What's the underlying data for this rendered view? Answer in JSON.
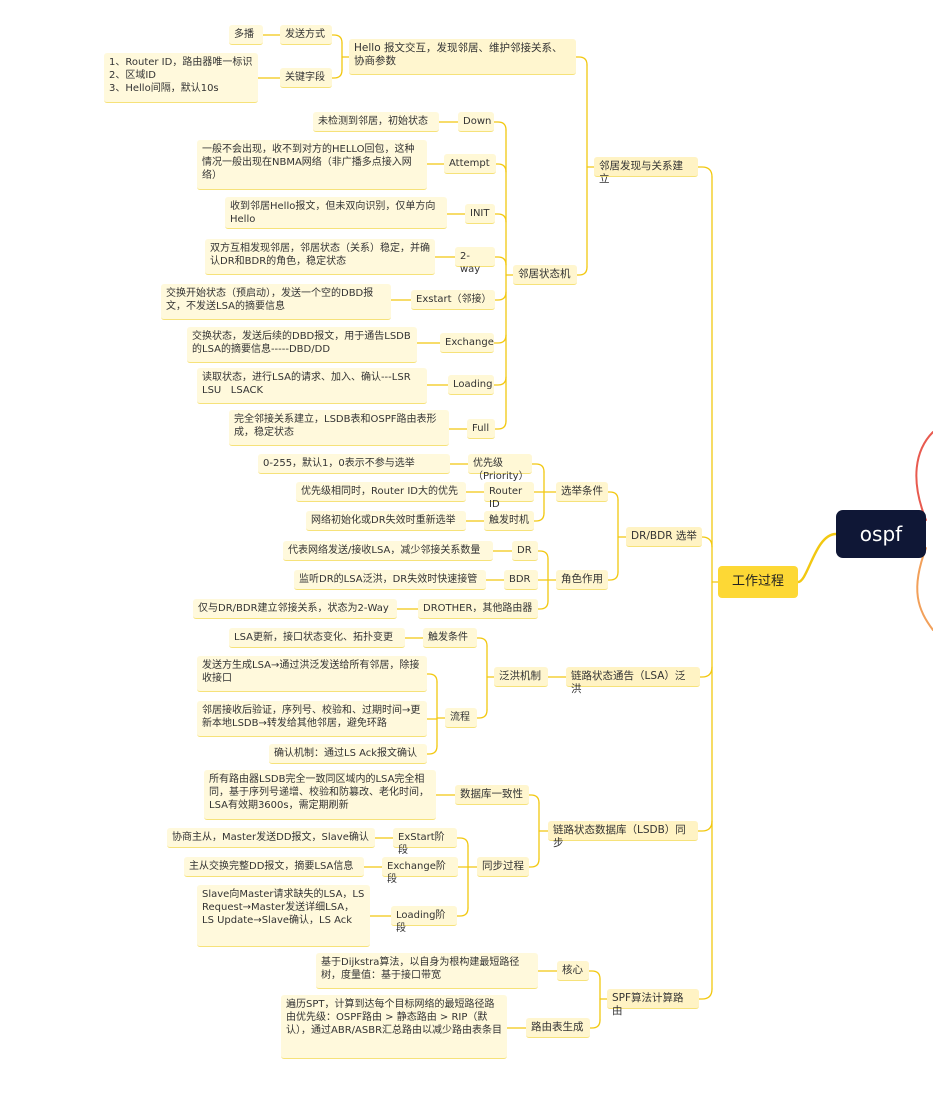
{
  "root": {
    "label": "ospf"
  },
  "center": {
    "label": "工作过程"
  },
  "sections": {
    "discovery": {
      "label": "邻居发现与关系建立",
      "hello": {
        "label": "Hello 报文交互，发现邻居、维护邻接关系、协商参数",
        "send_mode": {
          "label": "发送方式",
          "value": "多播"
        },
        "key_fields": {
          "label": "关键字段",
          "value": "1、Router ID，路由器唯一标识\n2、区域ID\n3、Hello间隔，默认10s"
        }
      },
      "state_machine": {
        "label": "邻居状态机",
        "states": [
          {
            "label": "Down",
            "desc": "未检测到邻居，初始状态"
          },
          {
            "label": "Attempt",
            "desc": "一般不会出现，收不到对方的HELLO回包，这种情况一般出现在NBMA网络（非广播多点接入网络）"
          },
          {
            "label": "INIT",
            "desc": "收到邻居Hello报文，但未双向识别，仅单方向Hello"
          },
          {
            "label": "2-way",
            "desc": "双方互相发现邻居，邻居状态（关系）稳定，并确认DR和BDR的角色，稳定状态"
          },
          {
            "label": "Exstart（邻接）",
            "desc": "交换开始状态（预启动），发送一个空的DBD报文，不发送LSA的摘要信息"
          },
          {
            "label": "Exchange",
            "desc": "交换状态，发送后续的DBD报文，用于通告LSDB的LSA的摘要信息-----DBD/DD"
          },
          {
            "label": "Loading",
            "desc": "读取状态，进行LSA的请求、加入、确认---LSR   LSU   LSACK"
          },
          {
            "label": "Full",
            "desc": "完全邻接关系建立，LSDB表和OSPF路由表形成，稳定状态"
          }
        ]
      }
    },
    "dr_bdr": {
      "label": "DR/BDR 选举",
      "conditions": {
        "label": "选举条件",
        "items": [
          {
            "label": "优先级（Priority）",
            "desc": "0-255，默认1，0表示不参与选举"
          },
          {
            "label": "Router ID",
            "desc": "优先级相同时，Router ID大的优先"
          },
          {
            "label": "触发时机",
            "desc": "网络初始化或DR失效时重新选举"
          }
        ]
      },
      "roles": {
        "label": "角色作用",
        "items": [
          {
            "label": "DR",
            "desc": "代表网络发送/接收LSA，减少邻接关系数量"
          },
          {
            "label": "BDR",
            "desc": "监听DR的LSA泛洪，DR失效时快速接管"
          },
          {
            "label": "DROTHER，其他路由器",
            "desc": "仅与DR/BDR建立邻接关系，状态为2-Way"
          }
        ]
      }
    },
    "flooding": {
      "label": "链路状态通告（LSA）泛洪",
      "mechanism": {
        "label": "泛洪机制",
        "trigger": {
          "label": "触发条件",
          "desc": "LSA更新，接口状态变化、拓扑变更"
        },
        "process": {
          "label": "流程",
          "steps": [
            "发送方生成LSA→通过洪泛发送给所有邻居，除接收接口",
            "邻居接收后验证，序列号、校验和、过期时间→更新本地LSDB→转发给其他邻居，避免环路",
            "确认机制：通过LS Ack报文确认"
          ]
        }
      }
    },
    "lsdb": {
      "label": "链路状态数据库（LSDB）同步",
      "consistency": {
        "label": "数据库一致性",
        "desc": "所有路由器LSDB完全一致同区域内的LSA完全相同，基于序列号递增、校验和防篡改、老化时间，LSA有效期3600s，需定期刷新"
      },
      "sync": {
        "label": "同步过程",
        "phases": [
          {
            "label": "ExStart阶段",
            "desc": "协商主从，Master发送DD报文，Slave确认"
          },
          {
            "label": "Exchange阶段",
            "desc": "主从交换完整DD报文，摘要LSA信息"
          },
          {
            "label": "Loading阶段",
            "desc": "Slave向Master请求缺失的LSA，LS Request→Master发送详细LSA，LS Update→Slave确认，LS Ack"
          }
        ]
      }
    },
    "spf": {
      "label": "SPF算法计算路由",
      "core": {
        "label": "核心",
        "desc": "基于Dijkstra算法，以自身为根构建最短路径树，度量值：基于接口带宽"
      },
      "route_gen": {
        "label": "路由表生成",
        "desc": "遍历SPT，计算到达每个目标网络的最短路径路由优先级：OSPF路由 > 静态路由 > RIP（默认），通过ABR/ASBR汇总路由以减少路由表条目"
      }
    }
  },
  "colors": {
    "branch_line": "#f2c811",
    "root_bg": "#0f1736",
    "center_bg": "#fdd835",
    "node_bg": "#fff9dc",
    "edge_red": "#e85a4f",
    "edge_orange": "#f2a05a"
  }
}
